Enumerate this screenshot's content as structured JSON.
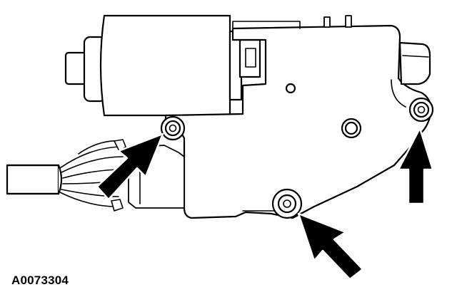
{
  "figure": {
    "reference_code": "A0073304"
  },
  "colors": {
    "ink": "#000000",
    "paper": "#ffffff"
  },
  "callouts": {
    "fastener_count": 3,
    "arrow_count": 3
  }
}
